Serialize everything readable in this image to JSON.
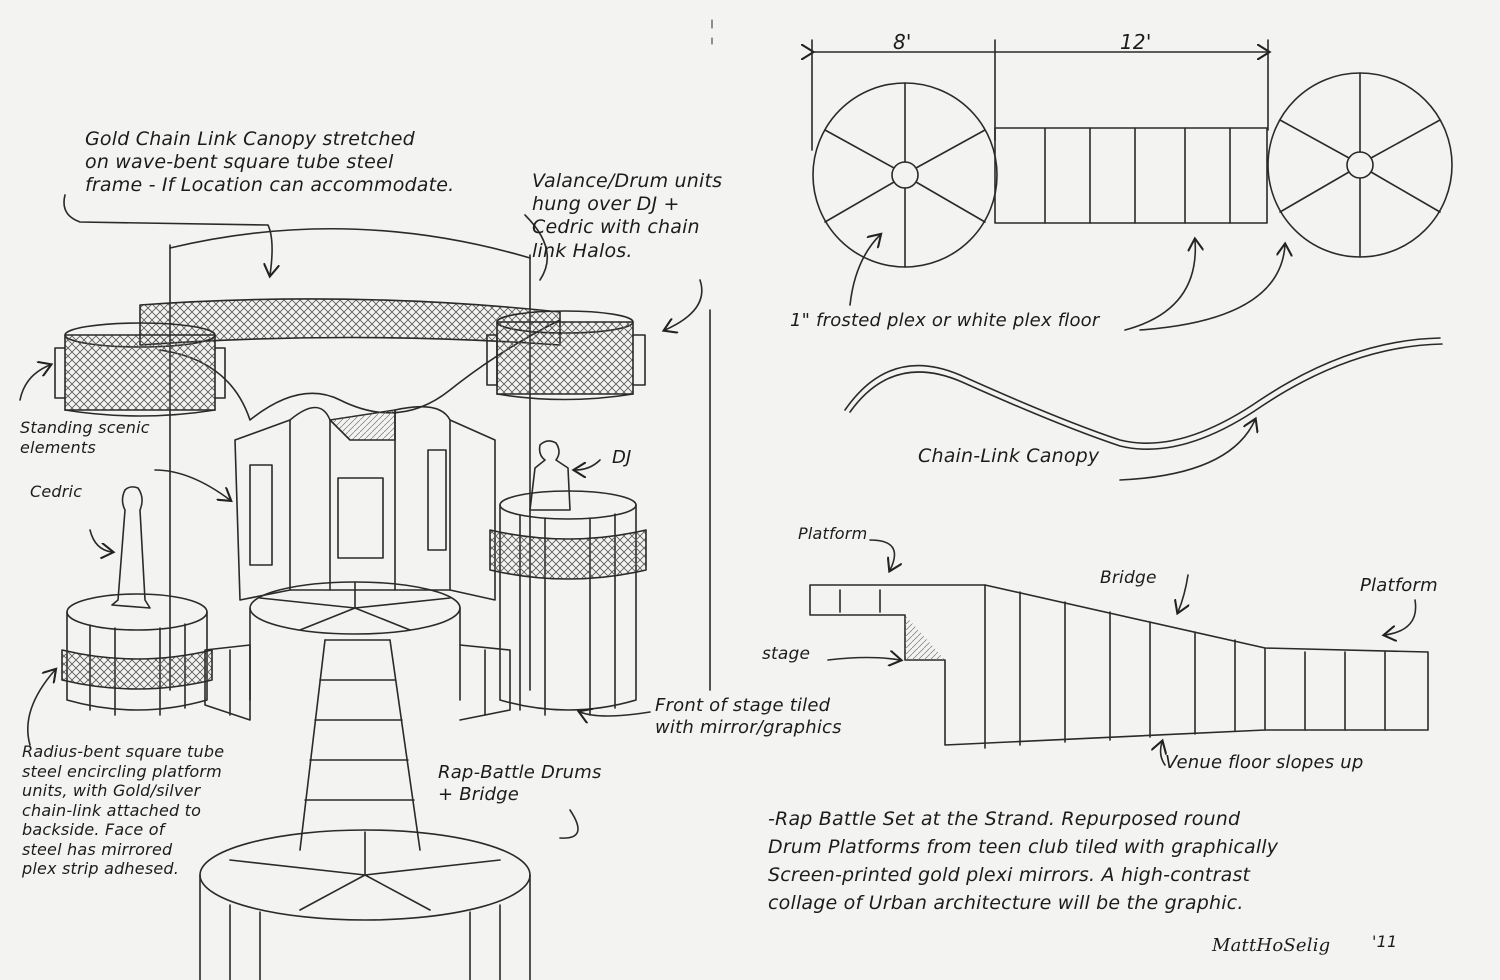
{
  "left_sketch": {
    "canopy_note": "Gold Chain Link Canopy stretched\non wave-bent square tube steel\nframe - If Location can accommodate.",
    "valance_note": "Valance/Drum units\nhung over DJ +\nCedric with chain\nlink Halos.",
    "scenic_note": "Standing scenic\nelements",
    "cedric_label": "Cedric",
    "dj_label": "DJ",
    "radius_note": "Radius-bent square tube\nsteel encircling platform\nunits, with Gold/silver\nchain-link attached to\nbackside. Face of\nsteel has mirrored\nplex strip adhesed.",
    "front_note": "Front of stage tiled\nwith mirror/graphics",
    "drums_note": "Rap-Battle Drums\n+ Bridge"
  },
  "plan_view": {
    "dim_left": "8'",
    "dim_right": "12'",
    "floor_note": "1\" frosted plex or white plex floor"
  },
  "canopy_view": {
    "label": "Chain-Link Canopy"
  },
  "elevation_view": {
    "platform_left": "Platform",
    "bridge": "Bridge",
    "platform_right": "Platform",
    "stage": "stage",
    "venue_note": "Venue floor slopes up"
  },
  "description": {
    "text": "-Rap Battle Set at the Strand. Repurposed round\nDrum Platforms from teen club tiled with graphically\nScreen-printed gold plexi mirrors. A high-contrast\ncollage of Urban architecture will be the graphic.",
    "signature": "MattHoSelig",
    "year": "'11"
  },
  "colors": {
    "paper": "#f3f3f1",
    "pencil": "#2a2a2a",
    "shade": "#9a9a9a"
  }
}
